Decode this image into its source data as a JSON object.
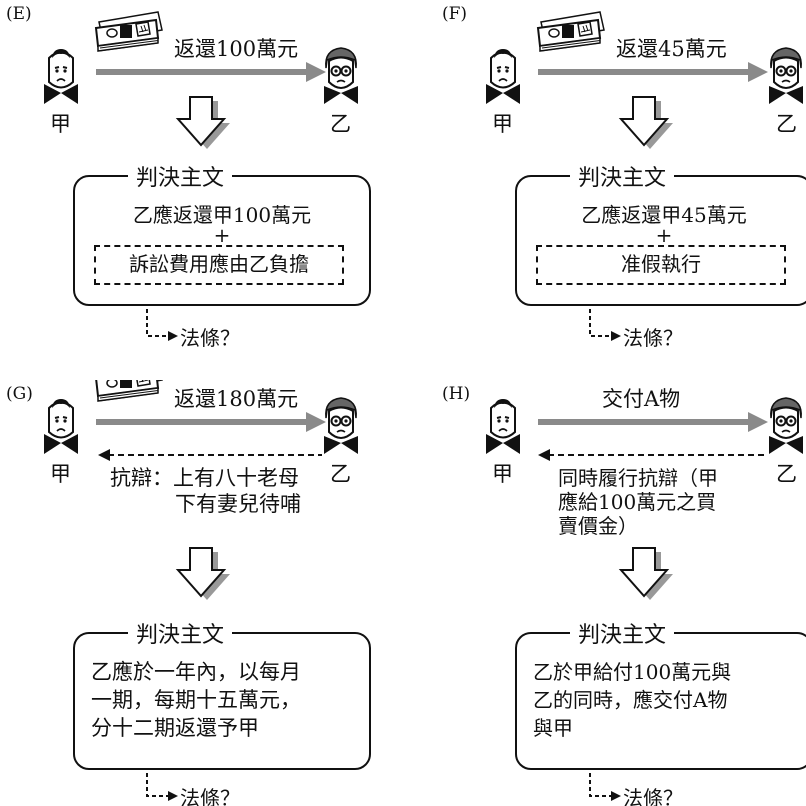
{
  "persons": {
    "jia": "甲",
    "yi": "乙"
  },
  "judgment_title": "判決主文",
  "law_ref": "法條？",
  "panels": {
    "E": {
      "label": "(E)",
      "money_label": "返還100萬元",
      "main_lines": [
        "乙應返還甲100萬元",
        "+"
      ],
      "dashed_text": "訴訟費用應由乙負擔"
    },
    "F": {
      "label": "(F)",
      "money_label": "返還45萬元",
      "main_lines": [
        "乙應返還甲45萬元",
        "+"
      ],
      "dashed_text": "准假執行"
    },
    "G": {
      "label": "(G)",
      "money_label": "返還180萬元",
      "defense_lines": [
        "抗辯：上有八十老母",
        "下有妻兒待哺"
      ],
      "main_lines": [
        "乙應於一年內，以每月",
        "一期，每期十五萬元，",
        "分十二期返還予甲"
      ]
    },
    "H": {
      "label": "(H)",
      "transfer_label": "交付A物",
      "defense_lines": [
        "同時履行抗辯（甲",
        "應給100萬元之買",
        "賣價金）"
      ],
      "main_lines": [
        "乙於甲給付100萬元與",
        "乙的同時，應交付A物",
        "與甲"
      ]
    }
  },
  "colors": {
    "arrow": "#8a8a8a",
    "ink": "#111111"
  }
}
